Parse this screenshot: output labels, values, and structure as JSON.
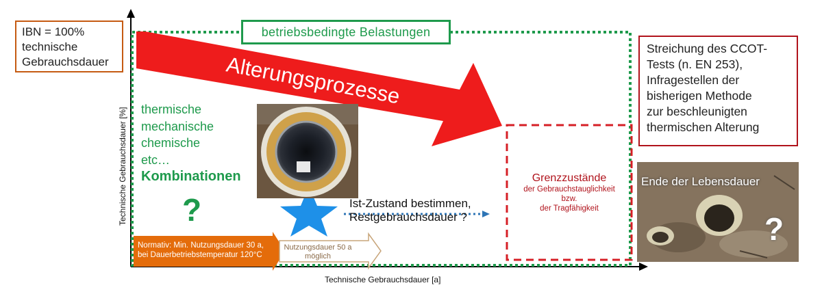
{
  "ibn_box": {
    "line1": "IBN = 100%",
    "line2": "technische",
    "line3": "Gebrauchsdauer"
  },
  "betrieb_box": {
    "label": "betriebsbedingte Belastungen"
  },
  "arrow": {
    "label": "Alterungsprozesse"
  },
  "load_types": {
    "items": [
      "thermische",
      "mechanische",
      "chemische",
      "etc…"
    ],
    "combined": "Kombinationen"
  },
  "question_mark": "?",
  "ist_text": {
    "line1": "Ist-Zustand bestimmen,",
    "line2": "Restgebrauchsdauer ?"
  },
  "grenz": {
    "title": "Grenzzustände",
    "line1": "der Gebrauchstauglichkeit",
    "line2": "bzw.",
    "line3": "der Tragfähigkeit"
  },
  "ccot_box": {
    "lines": [
      "Streichung des CCOT-",
      "Tests (n. EN 253),",
      "Infragestellen der",
      "bisherigen Methode",
      "zur beschleunigten",
      "thermischen Alterung"
    ]
  },
  "end_photo": {
    "label": "Ende der Lebensdauer",
    "question_mark": "?"
  },
  "axes": {
    "x_label": "Technische Gebrauchsdauer [a]",
    "y_label": "Technische Gebrauchsdauer [%]"
  },
  "normativ_arrow": {
    "line1": "Normativ: Min. Nutzungsdauer 30 a,",
    "line2": "bei Dauerbetriebstemperatur 120°C"
  },
  "nutzung_arrow": {
    "line1": "Nutzungsdauer 50 a",
    "line2": "möglich"
  },
  "colors": {
    "green": "#1e9a4c",
    "red": "#ee1c1c",
    "dark_red": "#b0121b",
    "orange": "#e46c0a",
    "brown": "#c55a11",
    "star_blue": "#1e90e8",
    "dots_blue": "#2e75b6"
  },
  "icons": {
    "star": "star-icon",
    "pipe_photo": "pipe-photo",
    "soil_photo": "damaged-pipe-photo"
  }
}
